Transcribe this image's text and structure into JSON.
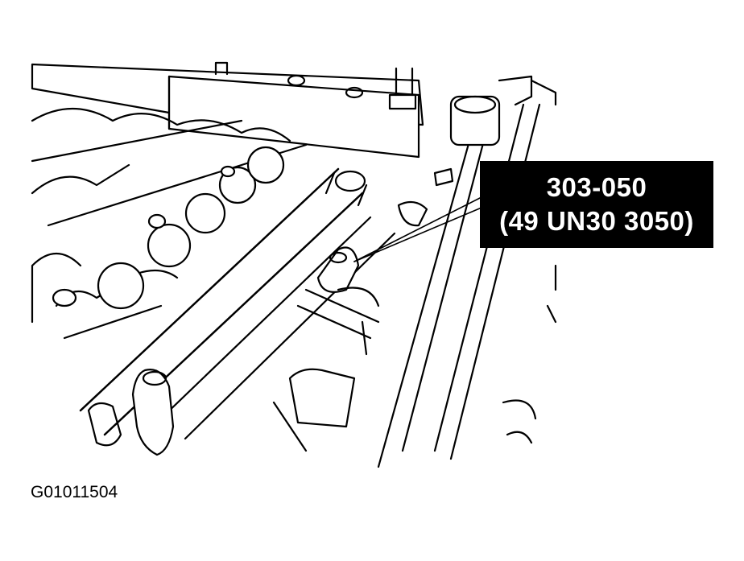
{
  "callout": {
    "tool_number": "303-050",
    "alt_number": "(49 UN30 3050)"
  },
  "figure_id": "G01011504",
  "colors": {
    "line": "#000000",
    "background": "#ffffff",
    "callout_bg": "#000000",
    "callout_text": "#ffffff"
  }
}
